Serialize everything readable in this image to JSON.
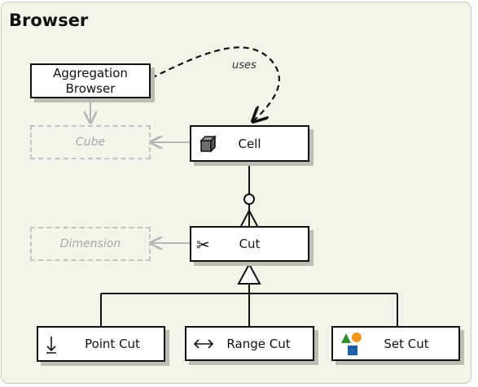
{
  "title": "Browser",
  "nodes": {
    "aggregation_browser": {
      "line1": "Aggregation",
      "line2": "Browser"
    },
    "cube": {
      "label": "Cube"
    },
    "cell": {
      "label": "Cell",
      "icon": "cube-icon"
    },
    "dimension": {
      "label": "Dimension"
    },
    "cut": {
      "label": "Cut",
      "icon": "scissors-icon"
    },
    "point_cut": {
      "label": "Point Cut",
      "icon": "down-arrow-to-bar-icon"
    },
    "range_cut": {
      "label": "Range Cut",
      "icon": "left-right-arrow-icon"
    },
    "set_cut": {
      "label": "Set Cut",
      "icon": "shapes-icon"
    }
  },
  "edges": {
    "uses_label": "uses"
  },
  "colors": {
    "background": "#f4f4e9",
    "shadow": "#bdbdb3",
    "ghost": "#c4c4c4",
    "triangle": "#2e8b2e",
    "circle": "#f29a1f",
    "square": "#1f5fa8"
  }
}
